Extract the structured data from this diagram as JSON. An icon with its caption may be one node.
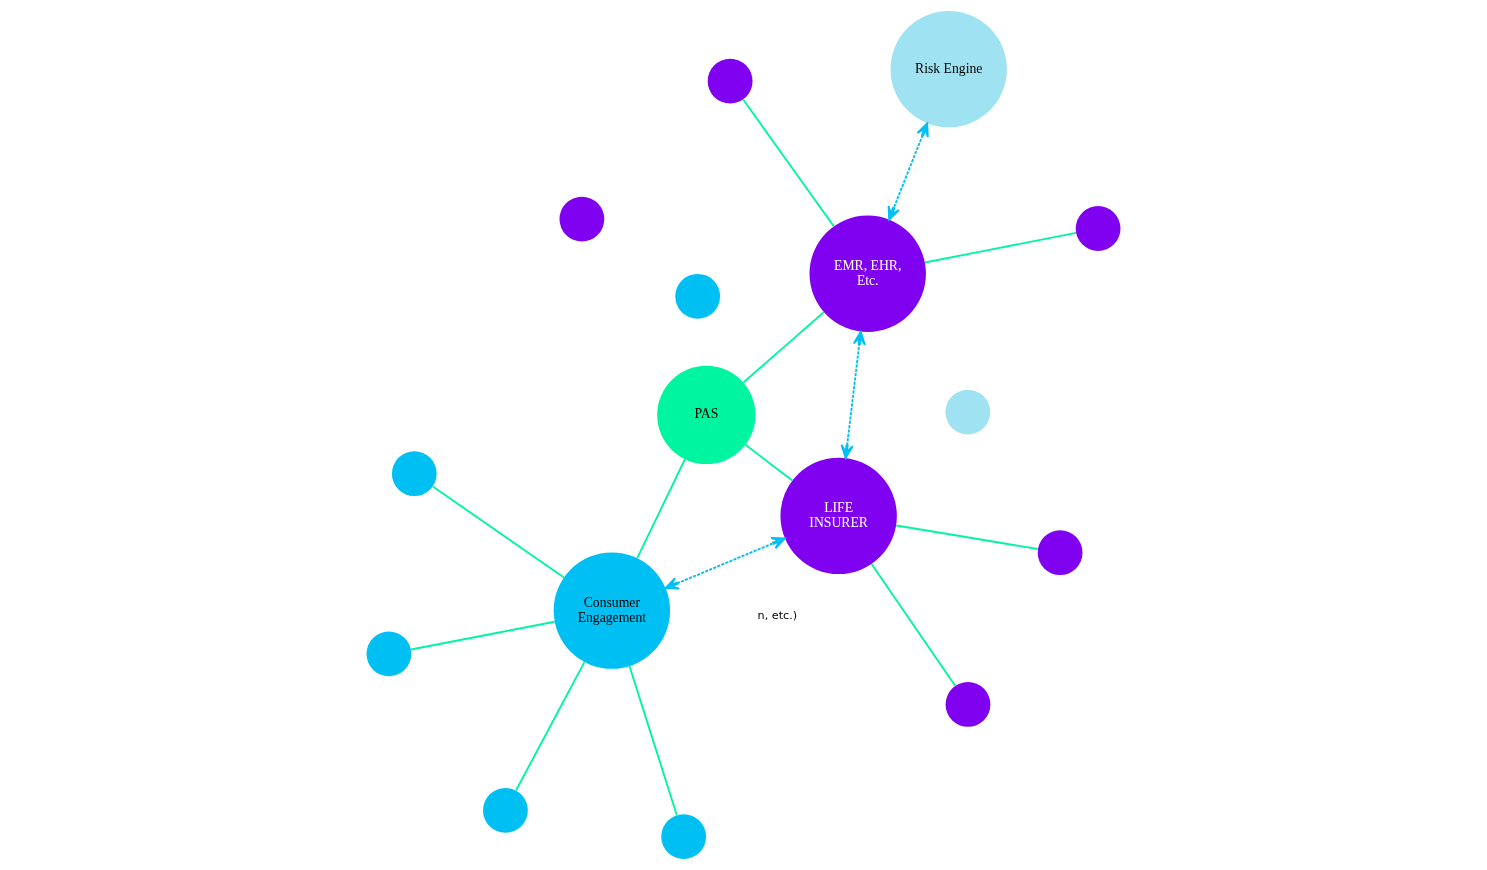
{
  "diagram": {
    "nodes": [
      {
        "text": [
          "Consumer Engagement"
        ]
      },
      {
        "text": [
          "Risk Engine"
        ]
      },
      {
        "text": [
          "PAS"
        ]
      },
      {
        "text": [
          "LIFE INSURER"
        ]
      },
      {
        "text": [
          "EMR, EHR, Etc."
        ]
      },
      {
        "text": [],
        "shape": "circle"
      },
      {
        "text": [],
        "shape": "circle"
      },
      {
        "text": [],
        "shape": "circle"
      },
      {
        "text": [],
        "shape": "circle"
      },
      {
        "text": [],
        "shape": "circle"
      },
      {
        "text": [],
        "shape": "circle"
      },
      {
        "text": [],
        "shape": "circle"
      },
      {
        "text": [],
        "shape": "circle"
      },
      {
        "text": [],
        "shape": "circle"
      },
      {
        "text": [],
        "shape": "circle"
      },
      {
        "text": [],
        "shape": "circle"
      }
    ],
    "edges": [
      {
        "from": 0,
        "to": 3,
        "arrow": "both",
        "style": "dashed",
        "color": "#00bff3"
      },
      {
        "from": 3,
        "to": 4,
        "arrow": "both",
        "style": "dashed",
        "color": "#00bff3"
      },
      {
        "from": 1,
        "to": 4,
        "arrow": "both",
        "style": "dashed",
        "color": "#00bff3"
      },
      {
        "from": 0,
        "to": 2,
        "arrow": "none"
      },
      {
        "from": 2,
        "to": 3,
        "arrow": "none"
      },
      {
        "from": 2,
        "to": 4,
        "arrow": "none"
      },
      {
        "from": 7,
        "to": 0,
        "arrow": "none"
      },
      {
        "from": 8,
        "to": 0,
        "arrow": "none"
      },
      {
        "from": 9,
        "to": 0,
        "arrow": "none"
      },
      {
        "from": 10,
        "to": 0,
        "arrow": "none"
      },
      {
        "from": 3,
        "to": 11,
        "arrow": "none"
      },
      {
        "from": 3,
        "to": 13,
        "arrow": "none"
      },
      {
        "from": 4,
        "to": 14,
        "arrow": "none"
      },
      {
        "from": 4,
        "to": 15,
        "arrow": "none"
      }
    ],
    "labels": [
      "n, etc.)"
    ]
  }
}
